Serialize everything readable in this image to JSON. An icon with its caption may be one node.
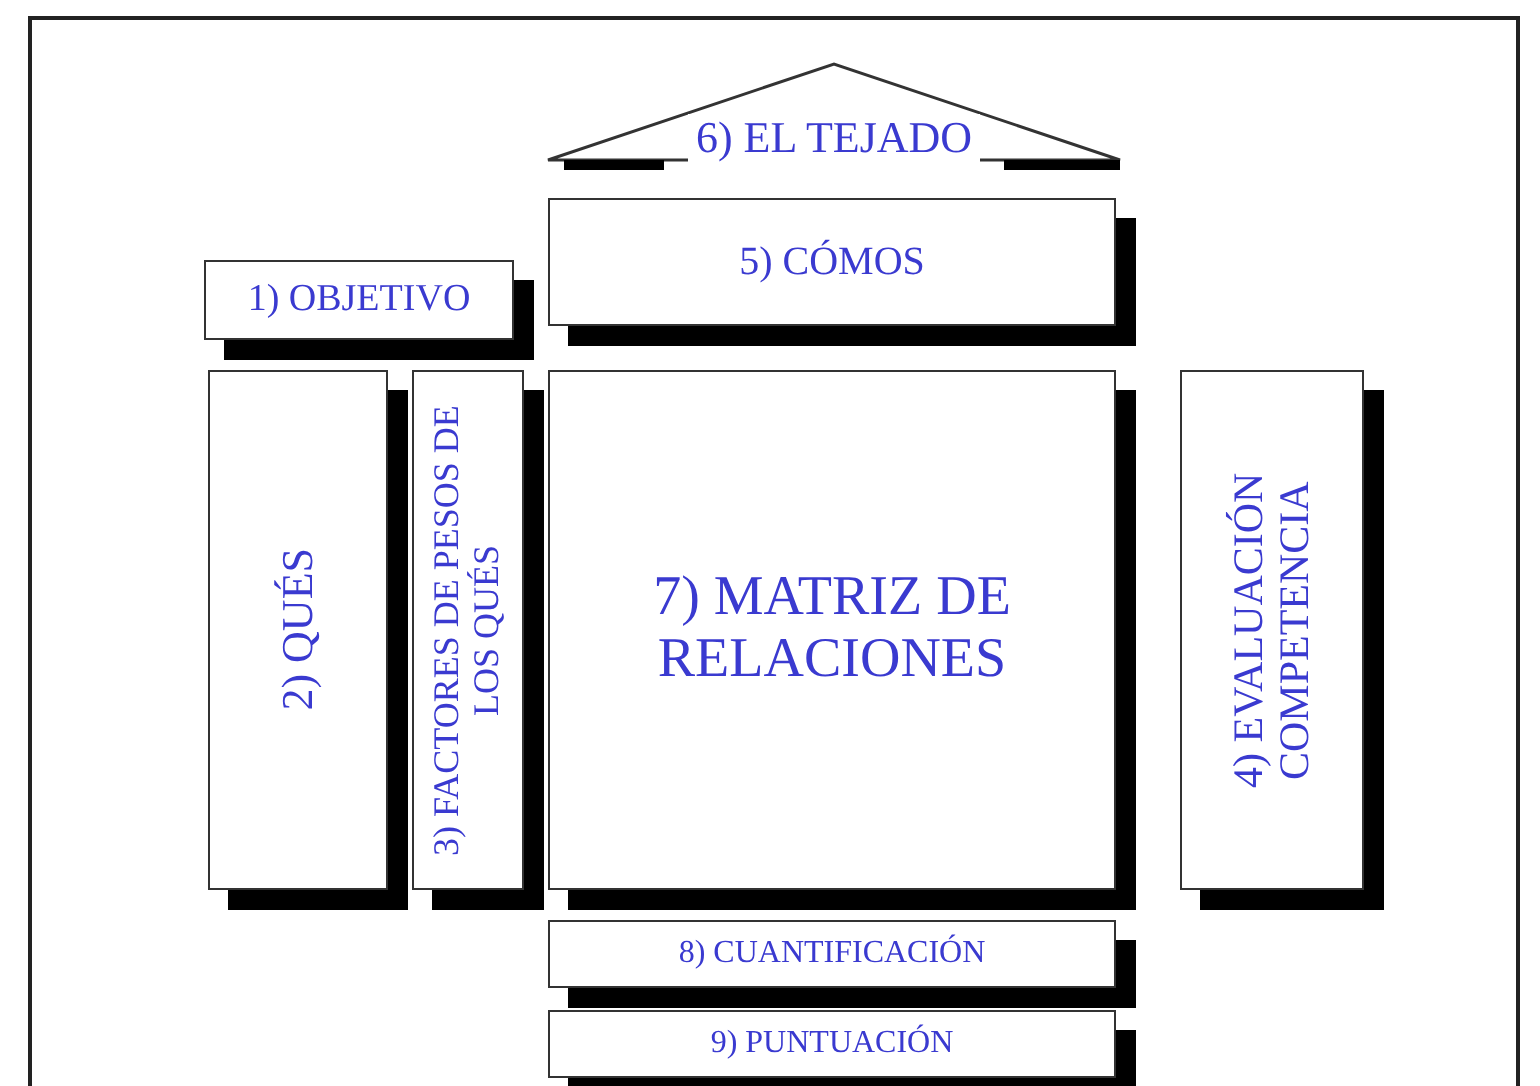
{
  "diagram": {
    "nodes": [
      {
        "text": [
          "6) EL TEJADO"
        ]
      },
      {
        "text": [
          "1) OBJETIVO"
        ]
      },
      {
        "text": [
          "5) CÓMOS"
        ]
      },
      {
        "text": [
          "2) QUÉS"
        ]
      },
      {
        "text": [
          "3) FACTORES DE PESOS DE LOS QUÉS"
        ]
      },
      {
        "text": [
          "7) MATRIZ DE RELACIONES"
        ]
      },
      {
        "text": [
          "4) EVALUACIÓN COMPETENCIA"
        ]
      },
      {
        "text": [
          "8) CUANTIFICACIÓN"
        ]
      },
      {
        "text": [
          "9) PUNTUACIÓN"
        ]
      }
    ]
  }
}
